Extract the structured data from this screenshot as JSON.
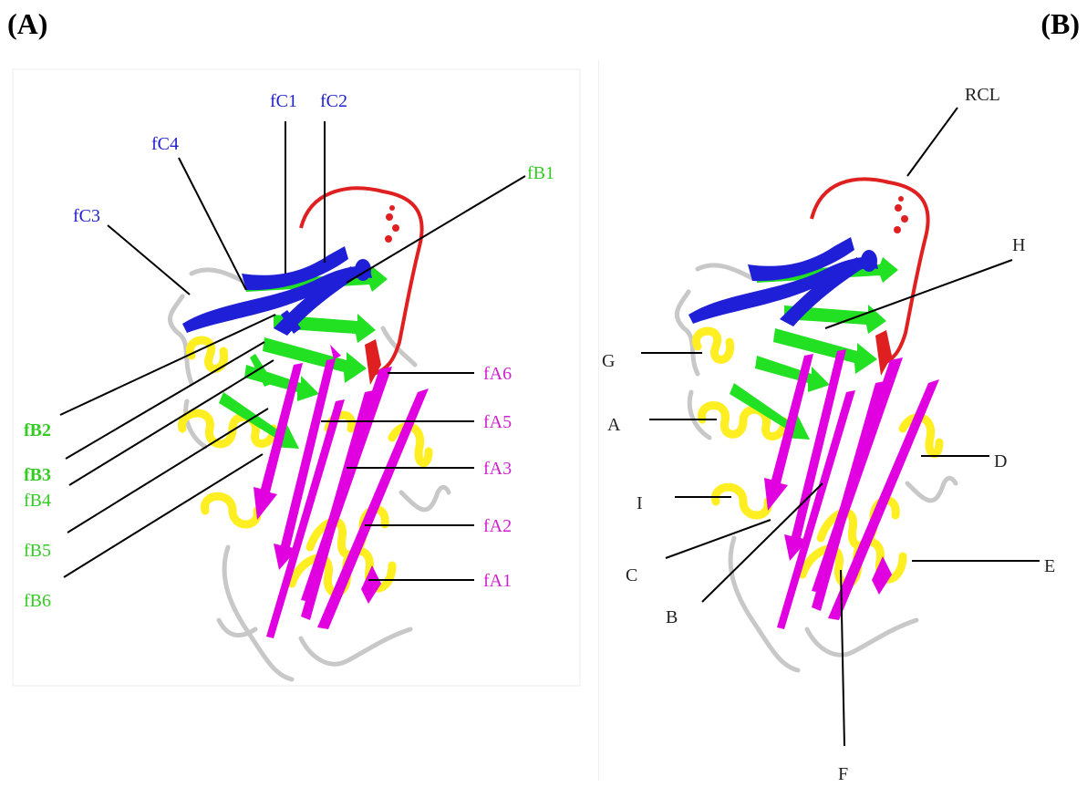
{
  "panel_a": {
    "tag": "(A)",
    "labels": {
      "fC1": "fC1",
      "fC2": "fC2",
      "fC3": "fC3",
      "fC4": "fC4",
      "fB1": "fB1",
      "fB2": "fB2",
      "fB3": "fB3",
      "fB4": "fB4",
      "fB5": "fB5",
      "fB6": "fB6",
      "fA1": "fA1",
      "fA2": "fA2",
      "fA3": "fA3",
      "fA5": "fA5",
      "fA6": "fA6"
    }
  },
  "panel_b": {
    "tag": "(B)",
    "labels": {
      "RCL": "RCL",
      "H": "H",
      "G": "G",
      "A": "A",
      "D": "D",
      "I": "I",
      "C": "C",
      "E": "E",
      "B": "B",
      "F": "F"
    }
  },
  "colors": {
    "sheet_c": "#1f1fd8",
    "sheet_b": "#22e022",
    "sheet_a": "#e000e0",
    "helix": "#ffee22",
    "loop": "#c8c8c8",
    "rcl": "#e02020",
    "label_c": "#2222cc",
    "label_b": "#33cc22",
    "label_a": "#cc22cc",
    "label_b_panel": "#222222"
  }
}
